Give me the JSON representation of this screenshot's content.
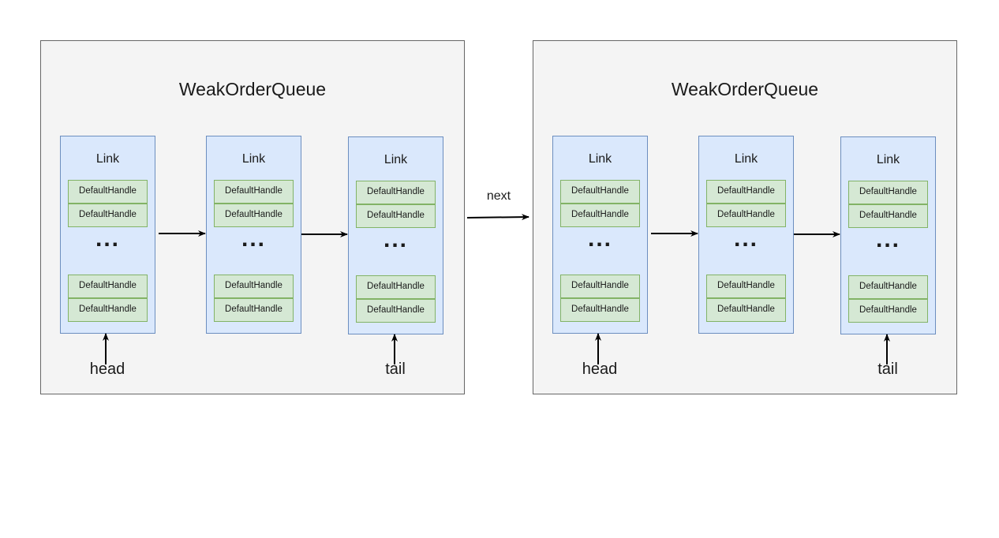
{
  "queues": [
    {
      "title": "WeakOrderQueue",
      "links": [
        {
          "title": "Link",
          "handles": [
            "DefaultHandle",
            "DefaultHandle",
            "DefaultHandle",
            "DefaultHandle"
          ],
          "ellipsis": "..."
        },
        {
          "title": "Link",
          "handles": [
            "DefaultHandle",
            "DefaultHandle",
            "DefaultHandle",
            "DefaultHandle"
          ],
          "ellipsis": "..."
        },
        {
          "title": "Link",
          "handles": [
            "DefaultHandle",
            "DefaultHandle",
            "DefaultHandle",
            "DefaultHandle"
          ],
          "ellipsis": "..."
        }
      ],
      "head_label": "head",
      "tail_label": "tail"
    },
    {
      "title": "WeakOrderQueue",
      "links": [
        {
          "title": "Link",
          "handles": [
            "DefaultHandle",
            "DefaultHandle",
            "DefaultHandle",
            "DefaultHandle"
          ],
          "ellipsis": "..."
        },
        {
          "title": "Link",
          "handles": [
            "DefaultHandle",
            "DefaultHandle",
            "DefaultHandle",
            "DefaultHandle"
          ],
          "ellipsis": "..."
        },
        {
          "title": "Link",
          "handles": [
            "DefaultHandle",
            "DefaultHandle",
            "DefaultHandle",
            "DefaultHandle"
          ],
          "ellipsis": "..."
        }
      ],
      "head_label": "head",
      "tail_label": "tail"
    }
  ],
  "next_label": "next",
  "colors": {
    "queue_fill": "#f4f4f4",
    "queue_border": "#666666",
    "link_fill": "#dae8fc",
    "link_border": "#6c8ebf",
    "handle_fill": "#d5e8d4",
    "handle_border": "#82b366"
  }
}
